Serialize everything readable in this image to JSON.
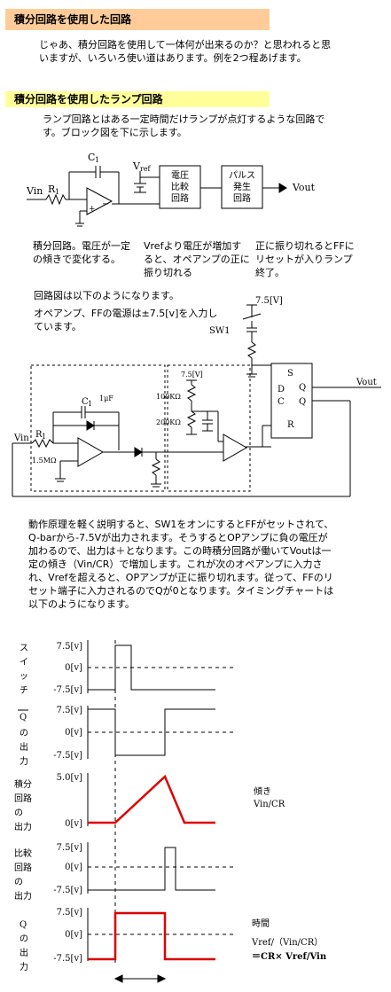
{
  "section1": {
    "title": "積分回路を使用した回路",
    "body": "じゃあ、積分回路を使用して一体何が出来るのか？と思われると思いますが、いろいろ使い道はあります。例を2つ程あげます。"
  },
  "section2": {
    "title": "積分回路を使用したランプ回路",
    "body": "ランプ回路とはある一定時間だけランプが点灯するような回路です。ブロック図を下に示します。"
  },
  "block_diagram": {
    "c1": "C",
    "c1_sub": "1",
    "vref": "V",
    "vref_sub": "ref",
    "vin": "Vin",
    "r1": "R",
    "r1_sub": "1",
    "comparator": [
      "電圧",
      "比較",
      "回路"
    ],
    "pulse": [
      "パルス",
      "発生",
      "回路"
    ],
    "vout": "Vout"
  },
  "captions": {
    "integrator": "積分回路。電圧が一定の傾きで変化する。",
    "comparator": "Vrefより電圧が増加すると、オペアンプの正に振り切れる",
    "pulse": "正に振り切れるとFFにリセットが入りランプ終了。"
  },
  "circuit_intro": {
    "line1": "回路図は以下のようになります。",
    "line2": "オペアンプ、FFの電源は±7.5[v]を入力しています。"
  },
  "circuit": {
    "v75_top": "7.5[V]",
    "sw1": "SW1",
    "s": "S",
    "d": "D",
    "c": "C",
    "q": "Q",
    "qbar": "Q",
    "r": "R",
    "vout": "Vout",
    "v75_mid": "7.5[V]",
    "r100k": "100KΩ",
    "r200k": "200KΩ",
    "c1": "C",
    "c1_sub": "1",
    "c1_val": "1μF",
    "vin": "Vin",
    "r1": "R",
    "r1_sub": "1",
    "r1_val": "1.5MΩ"
  },
  "explanation": "動作原理を軽く説明すると、SW1をオンにするとFFがセットされて、Q-barから-7.5Vが出力されます。そうするとOPアンプに負の電圧が加わるので、出力は＋となります。この時積分回路が働いてVoutは一定の傾き（Vin/CR）で増加します。これが次のオペアンプに入力され、Vrefを超えると、OPアンプが正に振り切れます。従って、FFのリセット端子に入力されるのでQが0となります。タイミングチャートは以下のようになります。",
  "timing": {
    "switch_label": [
      "ス",
      "イ",
      "ッ",
      "チ"
    ],
    "qbar_label": [
      "Q",
      "の",
      "出",
      "力"
    ],
    "integ_label": [
      "積分",
      "回路",
      "の",
      "出力"
    ],
    "comp_label": [
      "比較",
      "回路",
      "の",
      "出力"
    ],
    "q_label": [
      "Q",
      "の",
      "出",
      "力"
    ],
    "v_pos": "7.5[v]",
    "v_zero": "0[v]",
    "v_neg": "-7.5[v]",
    "v_five": "5.0[v]",
    "slope_title": "傾き",
    "slope_value": "Vin/CR",
    "time_title": "時間",
    "time_formula1": "Vref/（Vin/CR）",
    "time_formula2": "＝CR× Vref/Vin",
    "highlight_color": "#dd0000"
  }
}
